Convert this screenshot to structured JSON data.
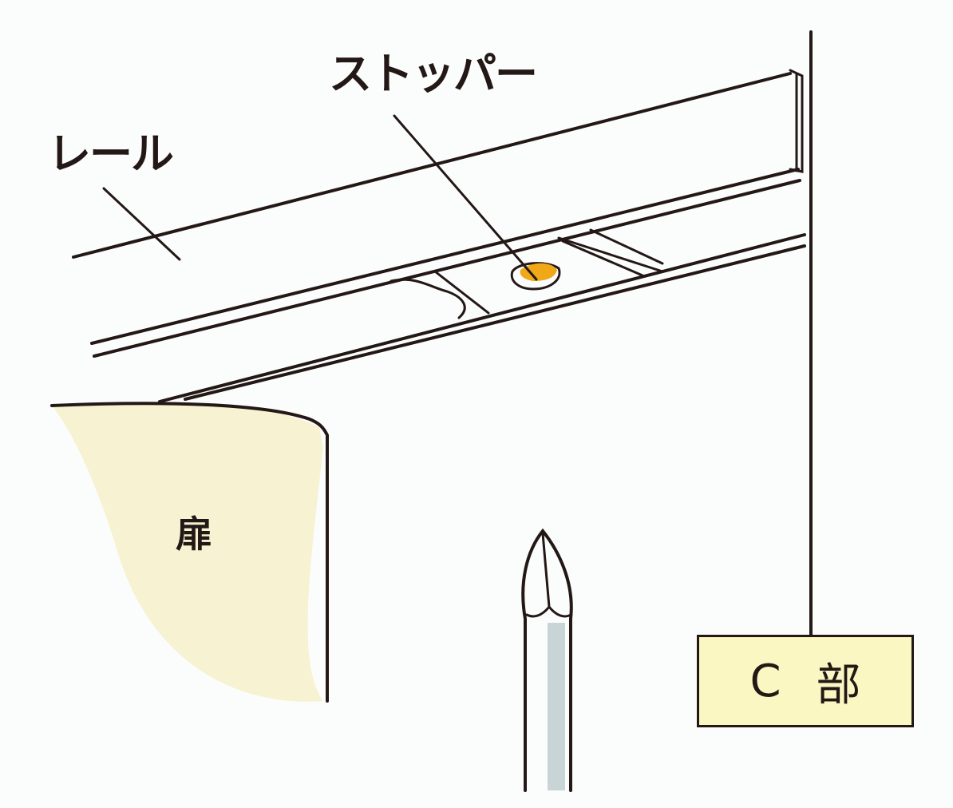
{
  "labels": {
    "stopper": "ストッパー",
    "rail": "レール",
    "door": "扉",
    "section_letter": "C",
    "section_suffix": "部"
  },
  "colors": {
    "line": "#231815",
    "door_fill": "#f7f2d2",
    "stopper_fill": "#f0a818",
    "box_fill": "#fbf7c2",
    "screwdriver_shaft": "#c9d4d6"
  }
}
